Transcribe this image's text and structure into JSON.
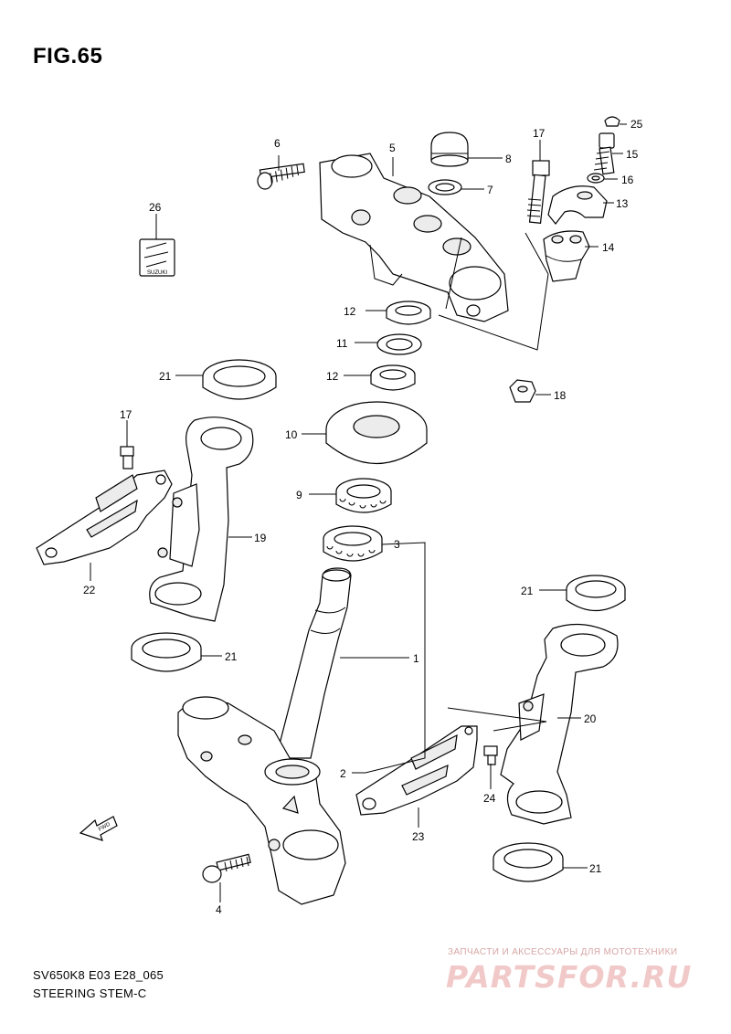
{
  "figure": {
    "title": "FIG.65",
    "code": "SV650K8 E03 E28_065",
    "caption": "STEERING STEM-C"
  },
  "direction_mark": "FWD",
  "emblem_text": "SUZUKI",
  "watermark": {
    "line1": "ЗАПЧАСТИ И АКСЕССУАРЫ ДЛЯ МОТОТЕХНИКИ",
    "line2": "PARTSFOR.RU"
  },
  "callouts": {
    "c6": "6",
    "c5": "5",
    "c8": "8",
    "c7": "7",
    "c17a": "17",
    "c25": "25",
    "c15": "15",
    "c16": "16",
    "c13": "13",
    "c14": "14",
    "c26": "26",
    "c12a": "12",
    "c11": "11",
    "c12b": "12",
    "c18": "18",
    "c21a": "21",
    "c17b": "17",
    "c10": "10",
    "c9": "9",
    "c19": "19",
    "c3": "3",
    "c22": "22",
    "c21b": "21",
    "c21c": "21",
    "c1": "1",
    "c20": "20",
    "c2": "2",
    "c24": "24",
    "c23": "23",
    "c21d": "21",
    "c4": "4"
  }
}
